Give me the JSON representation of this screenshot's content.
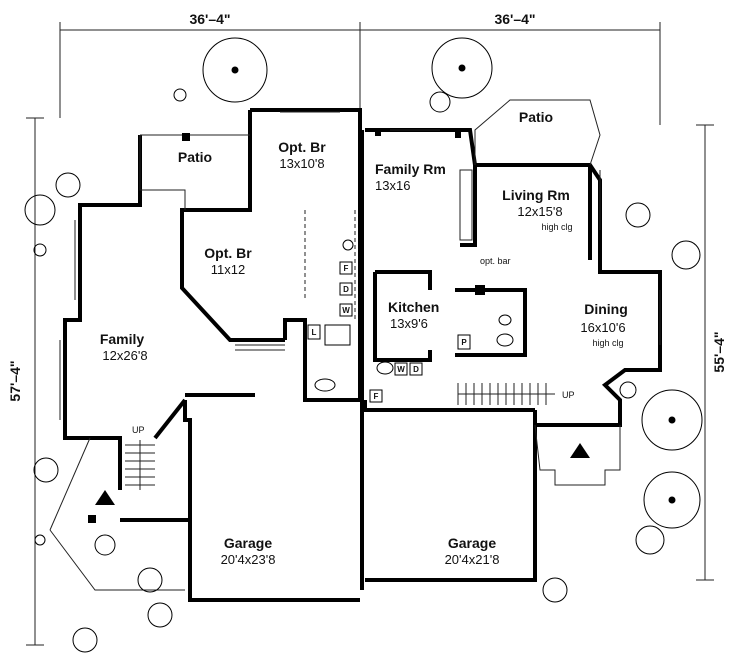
{
  "dimensions": {
    "top_left": "36'–4\"",
    "top_right": "36'–4\"",
    "left_side": "57'–4\"",
    "right_side": "55'–4\""
  },
  "rooms": {
    "patio_left": {
      "name": "Patio"
    },
    "opt_br_upper": {
      "name": "Opt. Br",
      "size": "13x10'8"
    },
    "opt_br_lower": {
      "name": "Opt. Br",
      "size": "11x12"
    },
    "family_left": {
      "name": "Family",
      "size": "12x26'8"
    },
    "garage_left": {
      "name": "Garage",
      "size": "20'4x23'8"
    },
    "family_rm": {
      "name": "Family Rm",
      "size": "13x16"
    },
    "kitchen": {
      "name": "Kitchen",
      "size": "13x9'6"
    },
    "garage_right": {
      "name": "Garage",
      "size": "20'4x21'8"
    },
    "patio_right": {
      "name": "Patio"
    },
    "living_rm": {
      "name": "Living Rm",
      "size": "12x15'8",
      "note": "high clg"
    },
    "dining": {
      "name": "Dining",
      "size": "16x10'6",
      "note": "high clg"
    }
  },
  "annotations": {
    "opt_bar": "opt. bar",
    "up_left": "UP",
    "up_right": "UP"
  },
  "fixtures": {
    "f": "F",
    "d": "D",
    "w": "W",
    "l": "L",
    "p": "P"
  }
}
